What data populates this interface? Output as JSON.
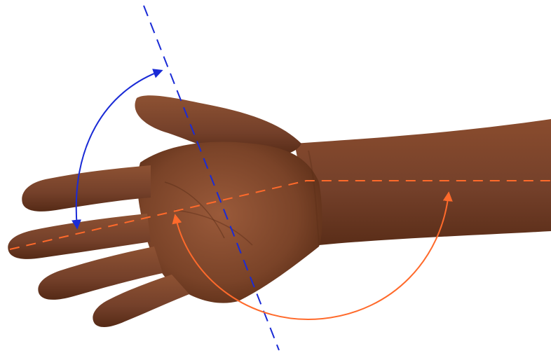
{
  "illustration": {
    "subject": "hand-forearm-icon",
    "skin_color": "#7a4328",
    "skin_shadow_color": "#4e2614",
    "skin_highlight_color": "#9a5a3a"
  },
  "axes": {
    "hand_axis": {
      "style": "dashed",
      "color": "#ff6a2b"
    },
    "thumb_axis": {
      "style": "dashed",
      "color": "#1a2bd6"
    }
  },
  "arcs": {
    "thumb_rotation_arc": {
      "color": "#1a2bd6",
      "arrowheads": "both-ends"
    },
    "wrist_rotation_arc": {
      "color": "#ff6a2b",
      "arrowheads": "both-ends"
    }
  }
}
